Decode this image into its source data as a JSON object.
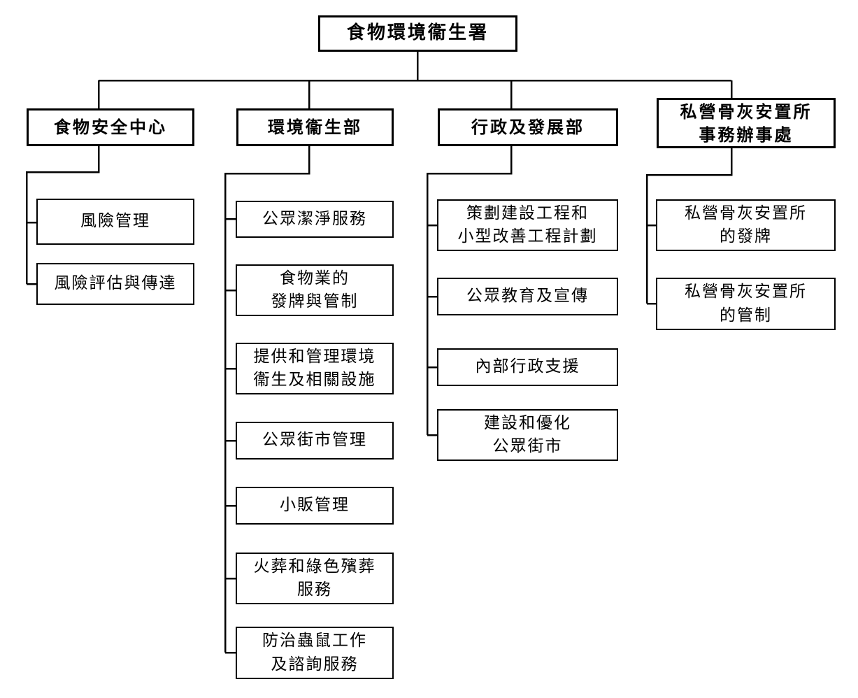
{
  "diagram_type": "org-chart",
  "colors": {
    "background": "#ffffff",
    "line": "#000000",
    "box_border": "#000000",
    "text": "#000000"
  },
  "org": {
    "root": "食物環境衞生署",
    "branches": [
      {
        "label": "食物安全中心",
        "children": [
          "風險管理",
          "風險評估與傳達"
        ]
      },
      {
        "label": "環境衞生部",
        "children": [
          "公眾潔淨服務",
          "食物業的\n發牌與管制",
          "提供和管理環境\n衞生及相關設施",
          "公眾街市管理",
          "小販管理",
          "火葬和綠色殯葬\n服務",
          "防治蟲鼠工作\n及諮詢服務"
        ]
      },
      {
        "label": "行政及發展部",
        "children": [
          "策劃建設工程和\n小型改善工程計劃",
          "公眾教育及宣傳",
          "內部行政支援",
          "建設和優化\n公眾街市"
        ]
      },
      {
        "label": "私營骨灰安置所\n事務辦事處",
        "children": [
          "私營骨灰安置所\n的發牌",
          "私營骨灰安置所\n的管制"
        ]
      }
    ]
  }
}
